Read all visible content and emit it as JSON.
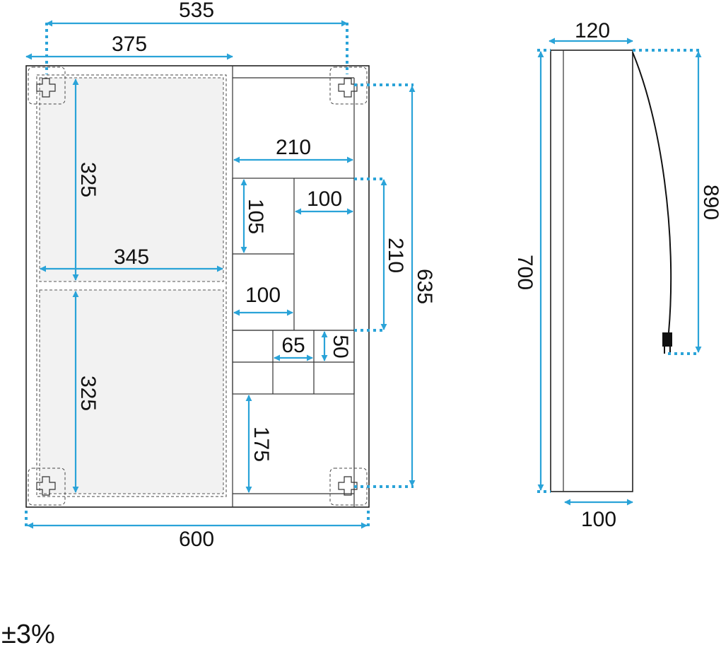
{
  "front_view": {
    "dims": {
      "top_width": "535",
      "mirror_width": "375",
      "shelf_width": "210",
      "door_height_top": "325",
      "door_height_bottom": "325",
      "mirror_inner_width": "345",
      "small_box_height": "105",
      "small_box_width_top": "100",
      "small_box_width": "100",
      "side_height": "210",
      "inner_height": "635",
      "drawer_width": "65",
      "drawer_height": "50",
      "bottom_compartment": "175",
      "overall_width": "600"
    }
  },
  "side_view": {
    "dims": {
      "depth_top": "120",
      "height": "700",
      "cable_length": "890",
      "depth_bottom": "100"
    }
  },
  "tolerance": "±3%",
  "colors": {
    "dimension": "#2aa3d8",
    "line": "#222222",
    "glass": "#f2f2f2"
  }
}
